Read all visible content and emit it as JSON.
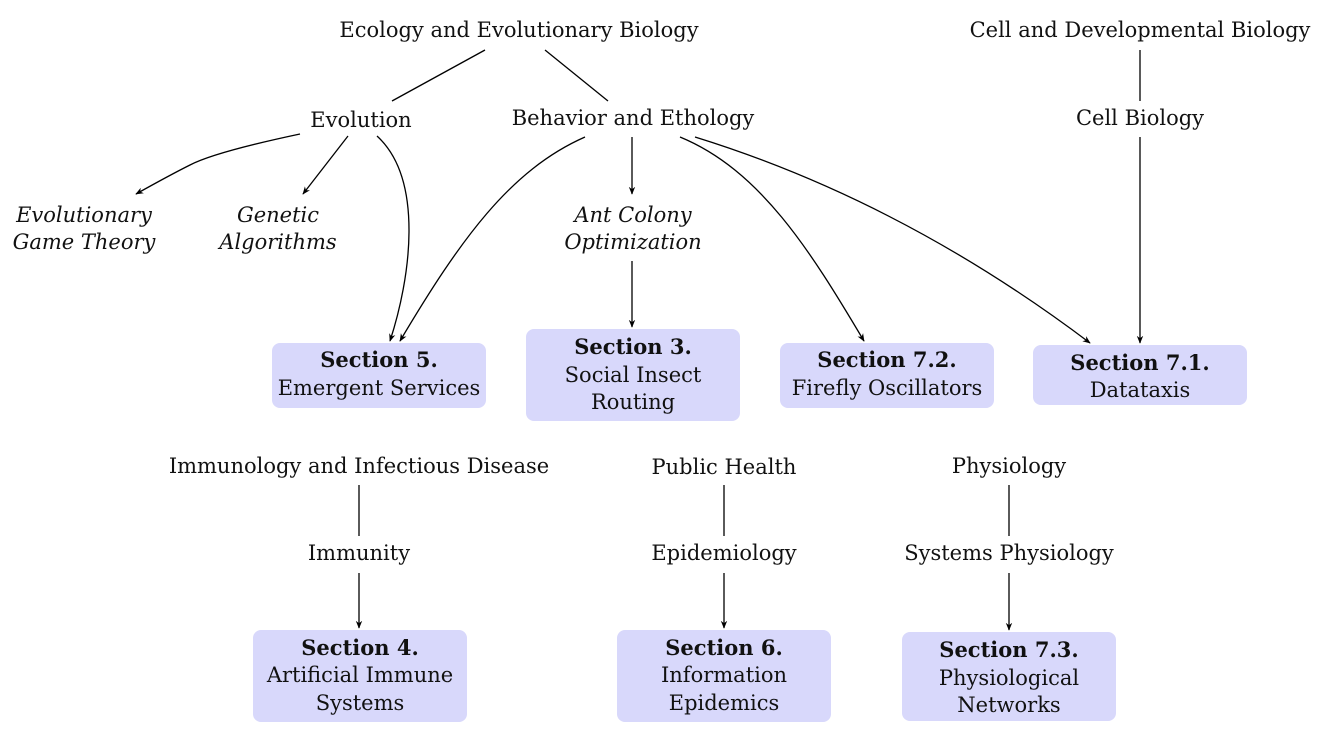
{
  "fields": {
    "ecology_evolutionary_biology": "Ecology and Evolutionary Biology",
    "cell_developmental_biology": "Cell and Developmental Biology",
    "immunology_infectious_disease": "Immunology and Infectious Disease",
    "public_health": "Public Health",
    "physiology": "Physiology"
  },
  "subfields": {
    "evolution": "Evolution",
    "behavior_ethology": "Behavior and Ethology",
    "cell_biology": "Cell Biology",
    "immunity": "Immunity",
    "epidemiology": "Epidemiology",
    "systems_physiology": "Systems Physiology"
  },
  "topics": {
    "evolutionary_game_theory": [
      "Evolutionary",
      "Game Theory"
    ],
    "genetic_algorithms": [
      "Genetic",
      "Algorithms"
    ],
    "ant_colony_optimization": [
      "Ant Colony",
      "Optimization"
    ]
  },
  "sections": {
    "s5": {
      "title": "Section 5.",
      "lines": [
        "Emergent Services"
      ]
    },
    "s3": {
      "title": "Section 3.",
      "lines": [
        "Social Insect",
        "Routing"
      ]
    },
    "s72": {
      "title": "Section 7.2.",
      "lines": [
        "Firefly Oscillators"
      ]
    },
    "s71": {
      "title": "Section 7.1.",
      "lines": [
        "Datataxis"
      ]
    },
    "s4": {
      "title": "Section 4.",
      "lines": [
        "Artificial Immune",
        "Systems"
      ]
    },
    "s6": {
      "title": "Section 6.",
      "lines": [
        "Information",
        "Epidemics"
      ]
    },
    "s73": {
      "title": "Section 7.3.",
      "lines": [
        "Physiological",
        "Networks"
      ]
    }
  },
  "colors": {
    "section_box": "#d8d8fb",
    "text": "#111111",
    "edge": "#000000"
  }
}
